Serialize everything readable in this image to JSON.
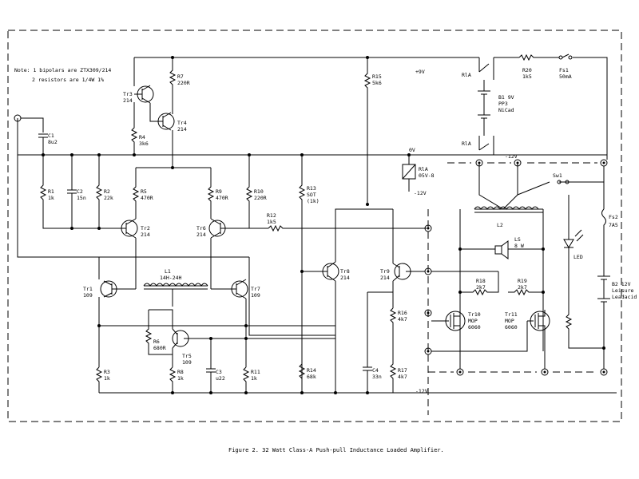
{
  "notes": {
    "line1": "Note: 1  bipolars are ZTX309/214",
    "line2": "2  resistors are 1/4W  1%"
  },
  "caption": "Figure 2.  32 Watt Class-A Push-pull Inductance Loaded Amplifier.",
  "rails": {
    "pos": "+9V",
    "zero": "0V",
    "neg_top": "-12V",
    "neg_relay": "-12V",
    "neg_bottom": "-12V"
  },
  "components": {
    "R7": [
      "R7",
      "220R"
    ],
    "R15": [
      "R15",
      "5k6"
    ],
    "R20": [
      "R20",
      "1k5"
    ],
    "Fs1": [
      "Fs1",
      "50mA"
    ],
    "B1": [
      "B1  9V",
      "PP3",
      "NiCad"
    ],
    "Tr3": [
      "Tr3",
      "214"
    ],
    "Tr4": [
      "Tr4",
      "214"
    ],
    "R4": [
      "R4",
      "3k6"
    ],
    "C1": [
      "C1",
      "8u2"
    ],
    "R1": [
      "R1",
      "1k"
    ],
    "C2": [
      "C2",
      "15n"
    ],
    "R2": [
      "R2",
      "22k"
    ],
    "R5": [
      "R5",
      "470R"
    ],
    "R9": [
      "R9",
      "470R"
    ],
    "R10": [
      "R10",
      "220R"
    ],
    "R13": [
      "R13",
      "SOT",
      "(1k)"
    ],
    "RlA": [
      "RlA",
      "05V-8"
    ],
    "RlA_top": "RlA",
    "RlA_mid": "RlA",
    "Tr2": [
      "Tr2",
      "214"
    ],
    "Tr6": [
      "Tr6",
      "214"
    ],
    "R12": [
      "R12",
      "1k5"
    ],
    "Sw1": "Sw1",
    "Fs2": [
      "Fs2",
      "7A5"
    ],
    "L2": "L2",
    "LS": [
      "LS",
      "8 W"
    ],
    "LED": "LED",
    "L1": [
      "L1",
      "14H-24H"
    ],
    "Tr1": [
      "Tr1",
      "109"
    ],
    "Tr7": [
      "Tr7",
      "109"
    ],
    "Tr8": [
      "Tr8",
      "214"
    ],
    "Tr9": [
      "Tr9",
      "214"
    ],
    "R18": [
      "R18",
      "2k7"
    ],
    "R19": [
      "R19",
      "2k7"
    ],
    "B2": [
      "B2  12V",
      "Leisure",
      "Leadacid"
    ],
    "R6": [
      "R6",
      "680R"
    ],
    "Tr5": [
      "Tr5",
      "109"
    ],
    "R16": [
      "R16",
      "4k7"
    ],
    "Tr10": [
      "Tr10",
      "MOP",
      "6060"
    ],
    "Tr11": [
      "Tr11",
      "MOP",
      "6060"
    ],
    "R3": [
      "R3",
      "1k"
    ],
    "R8": [
      "R8",
      "1k"
    ],
    "C3": [
      "C3",
      "u22"
    ],
    "R11": [
      "R11",
      "1k"
    ],
    "R14": [
      "R14",
      "68k"
    ],
    "C4": [
      "C4",
      "33n"
    ],
    "R17": [
      "R17",
      "4k7"
    ]
  }
}
